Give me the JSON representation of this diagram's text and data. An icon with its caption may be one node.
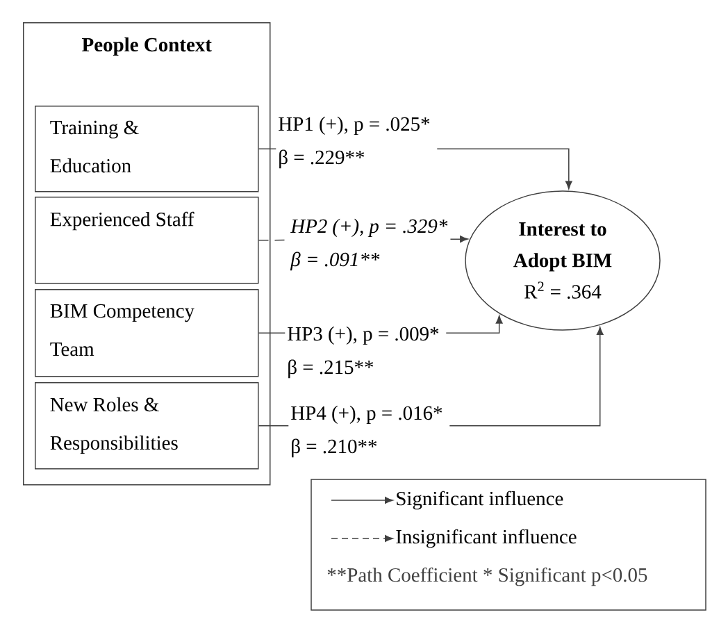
{
  "diagram": {
    "nodes": [
      {
        "text": [
          "People Context"
        ]
      },
      {
        "text": [
          "Training & Education"
        ],
        "in": 0
      },
      {
        "text": [
          "Experienced Staff"
        ],
        "in": 0
      },
      {
        "text": [
          "BIM Competency Team"
        ],
        "in": 0
      },
      {
        "text": [
          "New Roles & Responsibilities"
        ],
        "in": 0
      },
      {
        "text": [
          "Interest to Adopt BIM",
          "R$^{2}$ = .364"
        ]
      }
    ],
    "edges": [
      {
        "from": 1,
        "to": 5,
        "arrow": "to",
        "label": "HP1 (+), p = .025* β = .229**"
      },
      {
        "from": 2,
        "to": 5,
        "arrow": "to",
        "label": "HP2 (+), p = .329* β = .091**",
        "style": "dashed"
      },
      {
        "from": 3,
        "to": 5,
        "arrow": "to",
        "label": "HP3 (+), p = .009* β = .215**"
      },
      {
        "from": 4,
        "to": 5,
        "arrow": "to",
        "label": "HP4 (+), p = .016* β = .210**"
      }
    ],
    "labels": [
      "**Path Coefficient * Significant p<0.05"
    ],
    "legend": [
      {
        "text": "Significant influence"
      },
      {
        "text": "Insignificant influence"
      }
    ]
  }
}
